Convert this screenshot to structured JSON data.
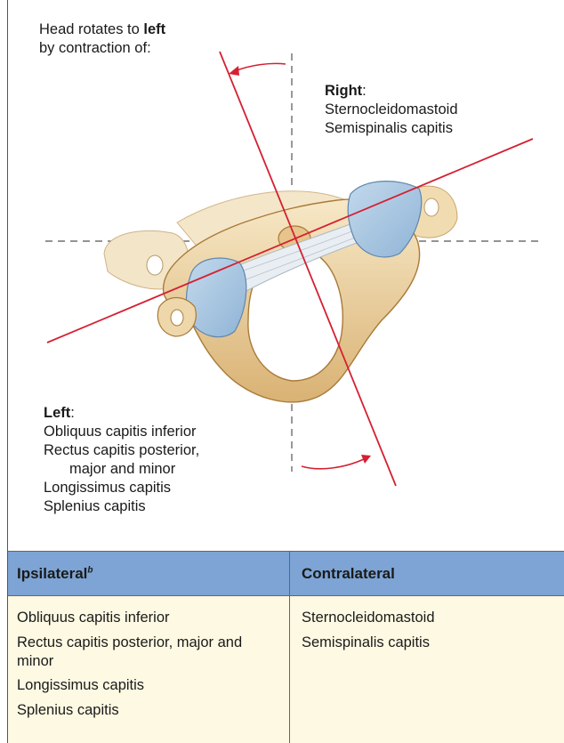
{
  "figure": {
    "heading_line1_prefix": "Head rotates to ",
    "heading_line1_bold": "left",
    "heading_line2": "by contraction of:",
    "right_label": "Right",
    "right_colon": ":",
    "right_muscles": [
      "Sternocleidomastoid",
      "Semispinalis capitis"
    ],
    "left_label": "Left",
    "left_colon": ":",
    "left_muscles": [
      "Obliquus capitis inferior",
      "Rectus capitis posterior,",
      "major and minor",
      "Longissimus capitis",
      "Splenius capitis"
    ]
  },
  "table": {
    "headers": {
      "ipsilateral": "Ipsilateral",
      "ipsilateral_sup": "b",
      "contralateral": "Contralateral"
    },
    "ipsilateral_rows": [
      "Obliquus capitis inferior",
      "Rectus capitis posterior, major and minor",
      "Longissimus capitis",
      "Splenius capitis"
    ],
    "contralateral_rows": [
      "Sternocleidomastoid",
      "Semispinalis capitis"
    ]
  },
  "colors": {
    "bone": "#f1dcb2",
    "bone_shadow": "#c99a52",
    "cartilage": "#a8c7e2",
    "axis_line": "#d42032",
    "header_bg": "#7da4d4",
    "body_bg": "#fdf9e3"
  }
}
